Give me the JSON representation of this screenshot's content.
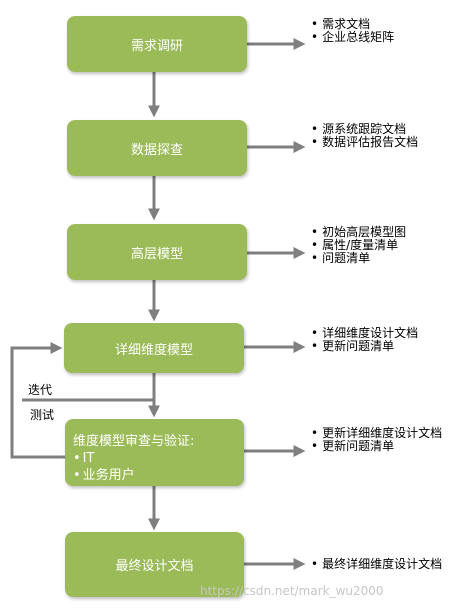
{
  "colors": {
    "box": "#9bbb59",
    "arrow": "#7f7f7f",
    "box_text": "#ffffff"
  },
  "steps": [
    {
      "label": "需求调研",
      "notes": [
        "需求文档",
        "企业总线矩阵"
      ]
    },
    {
      "label": "数据探查",
      "notes": [
        "源系统跟踪文档",
        "数据评估报告文档"
      ]
    },
    {
      "label": "高层模型",
      "notes": [
        "初始高层模型图",
        "属性/度量清单",
        "问题清单"
      ]
    },
    {
      "label": "详细维度模型",
      "notes": [
        "详细维度设计文档",
        "更新问题清单"
      ]
    },
    {
      "label": "维度模型审查与验证:",
      "sub_items": [
        "IT",
        "业务用户"
      ],
      "notes": [
        "更新详细维度设计文档",
        "更新问题清单"
      ]
    },
    {
      "label": "最终设计文档",
      "notes": [
        "最终详细维度设计文档"
      ]
    }
  ],
  "loop": {
    "iterate_label": "迭代",
    "test_label": "测试"
  },
  "watermark": "https://csdn.net/mark_wu2000"
}
